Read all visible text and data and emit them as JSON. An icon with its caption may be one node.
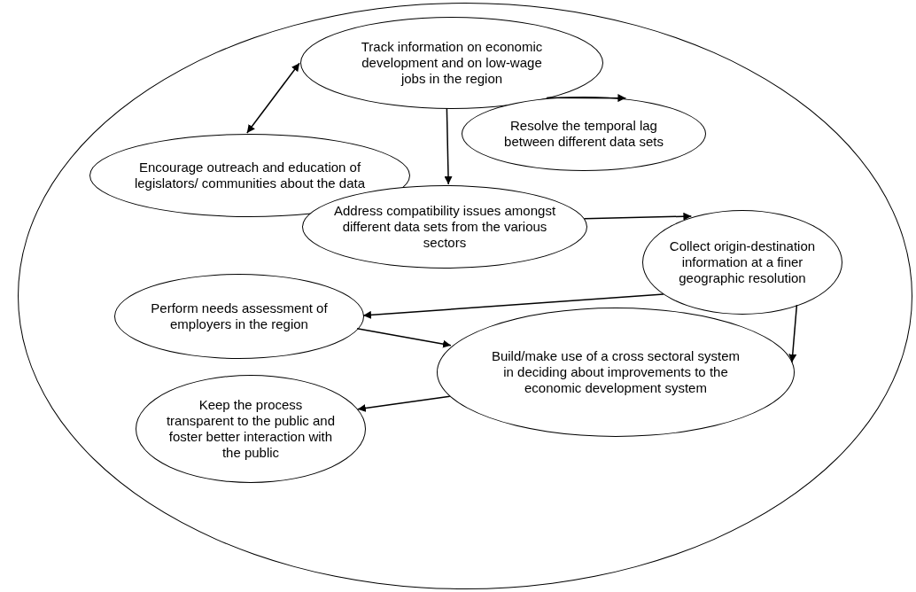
{
  "diagram": {
    "nodes": [
      {
        "text": [],
        "shape": "ellipse"
      },
      {
        "text": [
          "Track information on economic development and on low-wage jobs in the region"
        ],
        "in": 0
      },
      {
        "text": [
          "Encourage outreach and education of legislators/ communities about the data"
        ],
        "in": 0
      },
      {
        "text": [
          "Resolve the temporal lag between different data sets"
        ],
        "in": 0
      },
      {
        "text": [
          "Address compatibility issues amongst different data sets from the various sectors"
        ],
        "in": 0
      },
      {
        "text": [
          "Collect origin-destination information at a finer geographic resolution"
        ],
        "in": 0
      },
      {
        "text": [
          "Perform needs assessment of employers in the region"
        ],
        "in": 0
      },
      {
        "text": [
          "Build/make use of a cross sectoral system in deciding about improvements to the economic development system"
        ],
        "in": 0
      },
      {
        "text": [
          "Keep the process transparent to the public and foster better interaction with the public"
        ],
        "in": 0
      }
    ],
    "edges": [
      {
        "from": 2,
        "to": 1,
        "arrow": "both"
      },
      {
        "from": 1,
        "to": 3,
        "arrow": "to"
      },
      {
        "from": 1,
        "to": 4,
        "arrow": "to"
      },
      {
        "from": 4,
        "to": 5,
        "arrow": "to"
      },
      {
        "from": 5,
        "to": 6,
        "arrow": "to"
      },
      {
        "from": 6,
        "to": 7,
        "arrow": "to"
      },
      {
        "from": 5,
        "to": 7,
        "arrow": "to"
      },
      {
        "from": 7,
        "to": 8,
        "arrow": "to"
      }
    ]
  }
}
